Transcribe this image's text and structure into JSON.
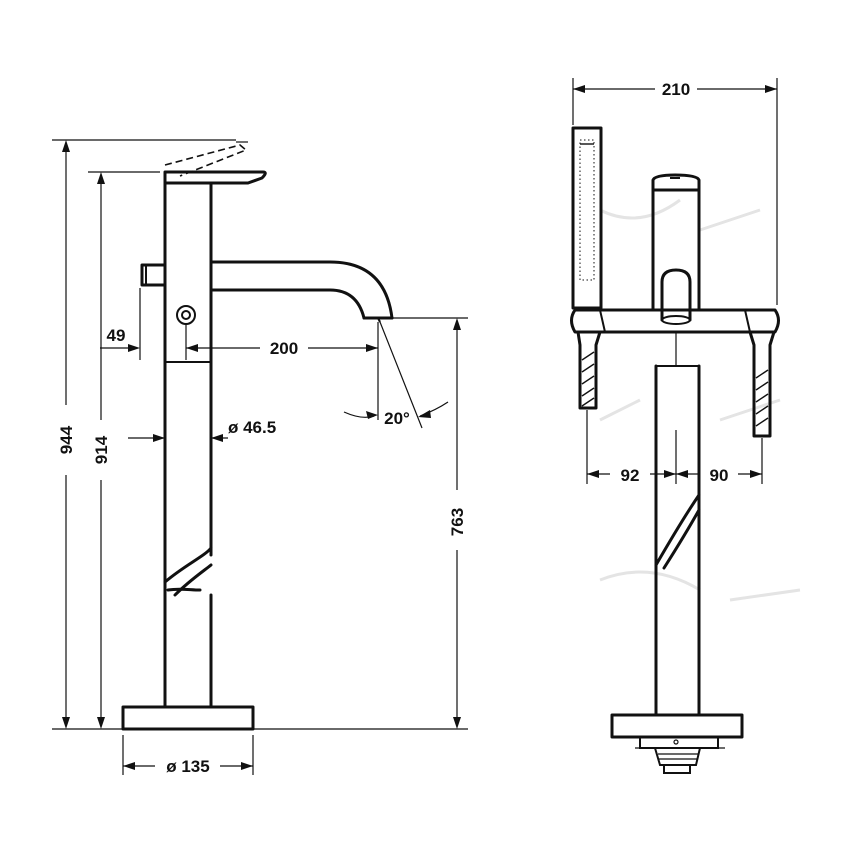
{
  "side_view": {
    "dim_944": "944",
    "dim_914": "914",
    "dim_49": "49",
    "dim_200": "200",
    "dim_angle": "20°",
    "dim_diameter_column": "ø 46.5",
    "dim_763": "763",
    "dim_diameter_base": "ø 135"
  },
  "front_view": {
    "dim_210": "210",
    "dim_92": "92",
    "dim_90": "90"
  }
}
